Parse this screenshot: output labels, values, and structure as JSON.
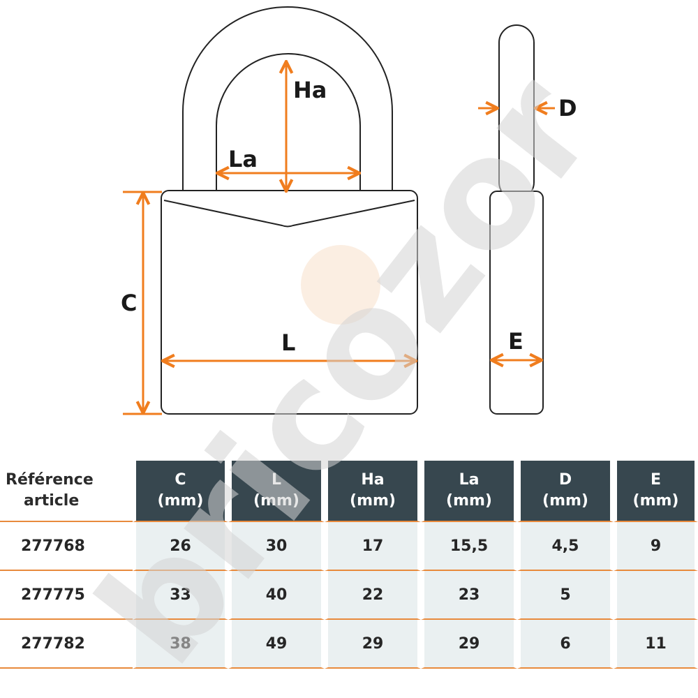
{
  "diagram": {
    "labels": {
      "ha": "Ha",
      "la": "La",
      "c": "C",
      "l": "L",
      "d": "D",
      "e": "E"
    },
    "colors": {
      "outline": "#222222",
      "arrow": "#f07d1e",
      "watermark": "#d4d4d4",
      "watermark_dot": "#f9e7d6"
    }
  },
  "watermark": {
    "text": "bricozor"
  },
  "table": {
    "reference_header_line1": "Référence",
    "reference_header_line2": "article",
    "columns": [
      {
        "name": "C",
        "unit": "(mm)"
      },
      {
        "name": "L",
        "unit": "(mm)"
      },
      {
        "name": "Ha",
        "unit": "(mm)"
      },
      {
        "name": "La",
        "unit": "(mm)"
      },
      {
        "name": "D",
        "unit": "(mm)"
      },
      {
        "name": "E",
        "unit": "(mm)"
      }
    ],
    "rows": [
      {
        "ref": "277768",
        "values": [
          "26",
          "30",
          "17",
          "15,5",
          "4,5",
          "9"
        ]
      },
      {
        "ref": "277775",
        "values": [
          "33",
          "40",
          "22",
          "23",
          "5",
          ""
        ]
      },
      {
        "ref": "277782",
        "values": [
          "38",
          "49",
          "29",
          "29",
          "6",
          "11"
        ]
      }
    ],
    "colors": {
      "header_bg": "#37474f",
      "cell_bg": "#eaf0f1",
      "separator": "#e88a3c"
    }
  }
}
